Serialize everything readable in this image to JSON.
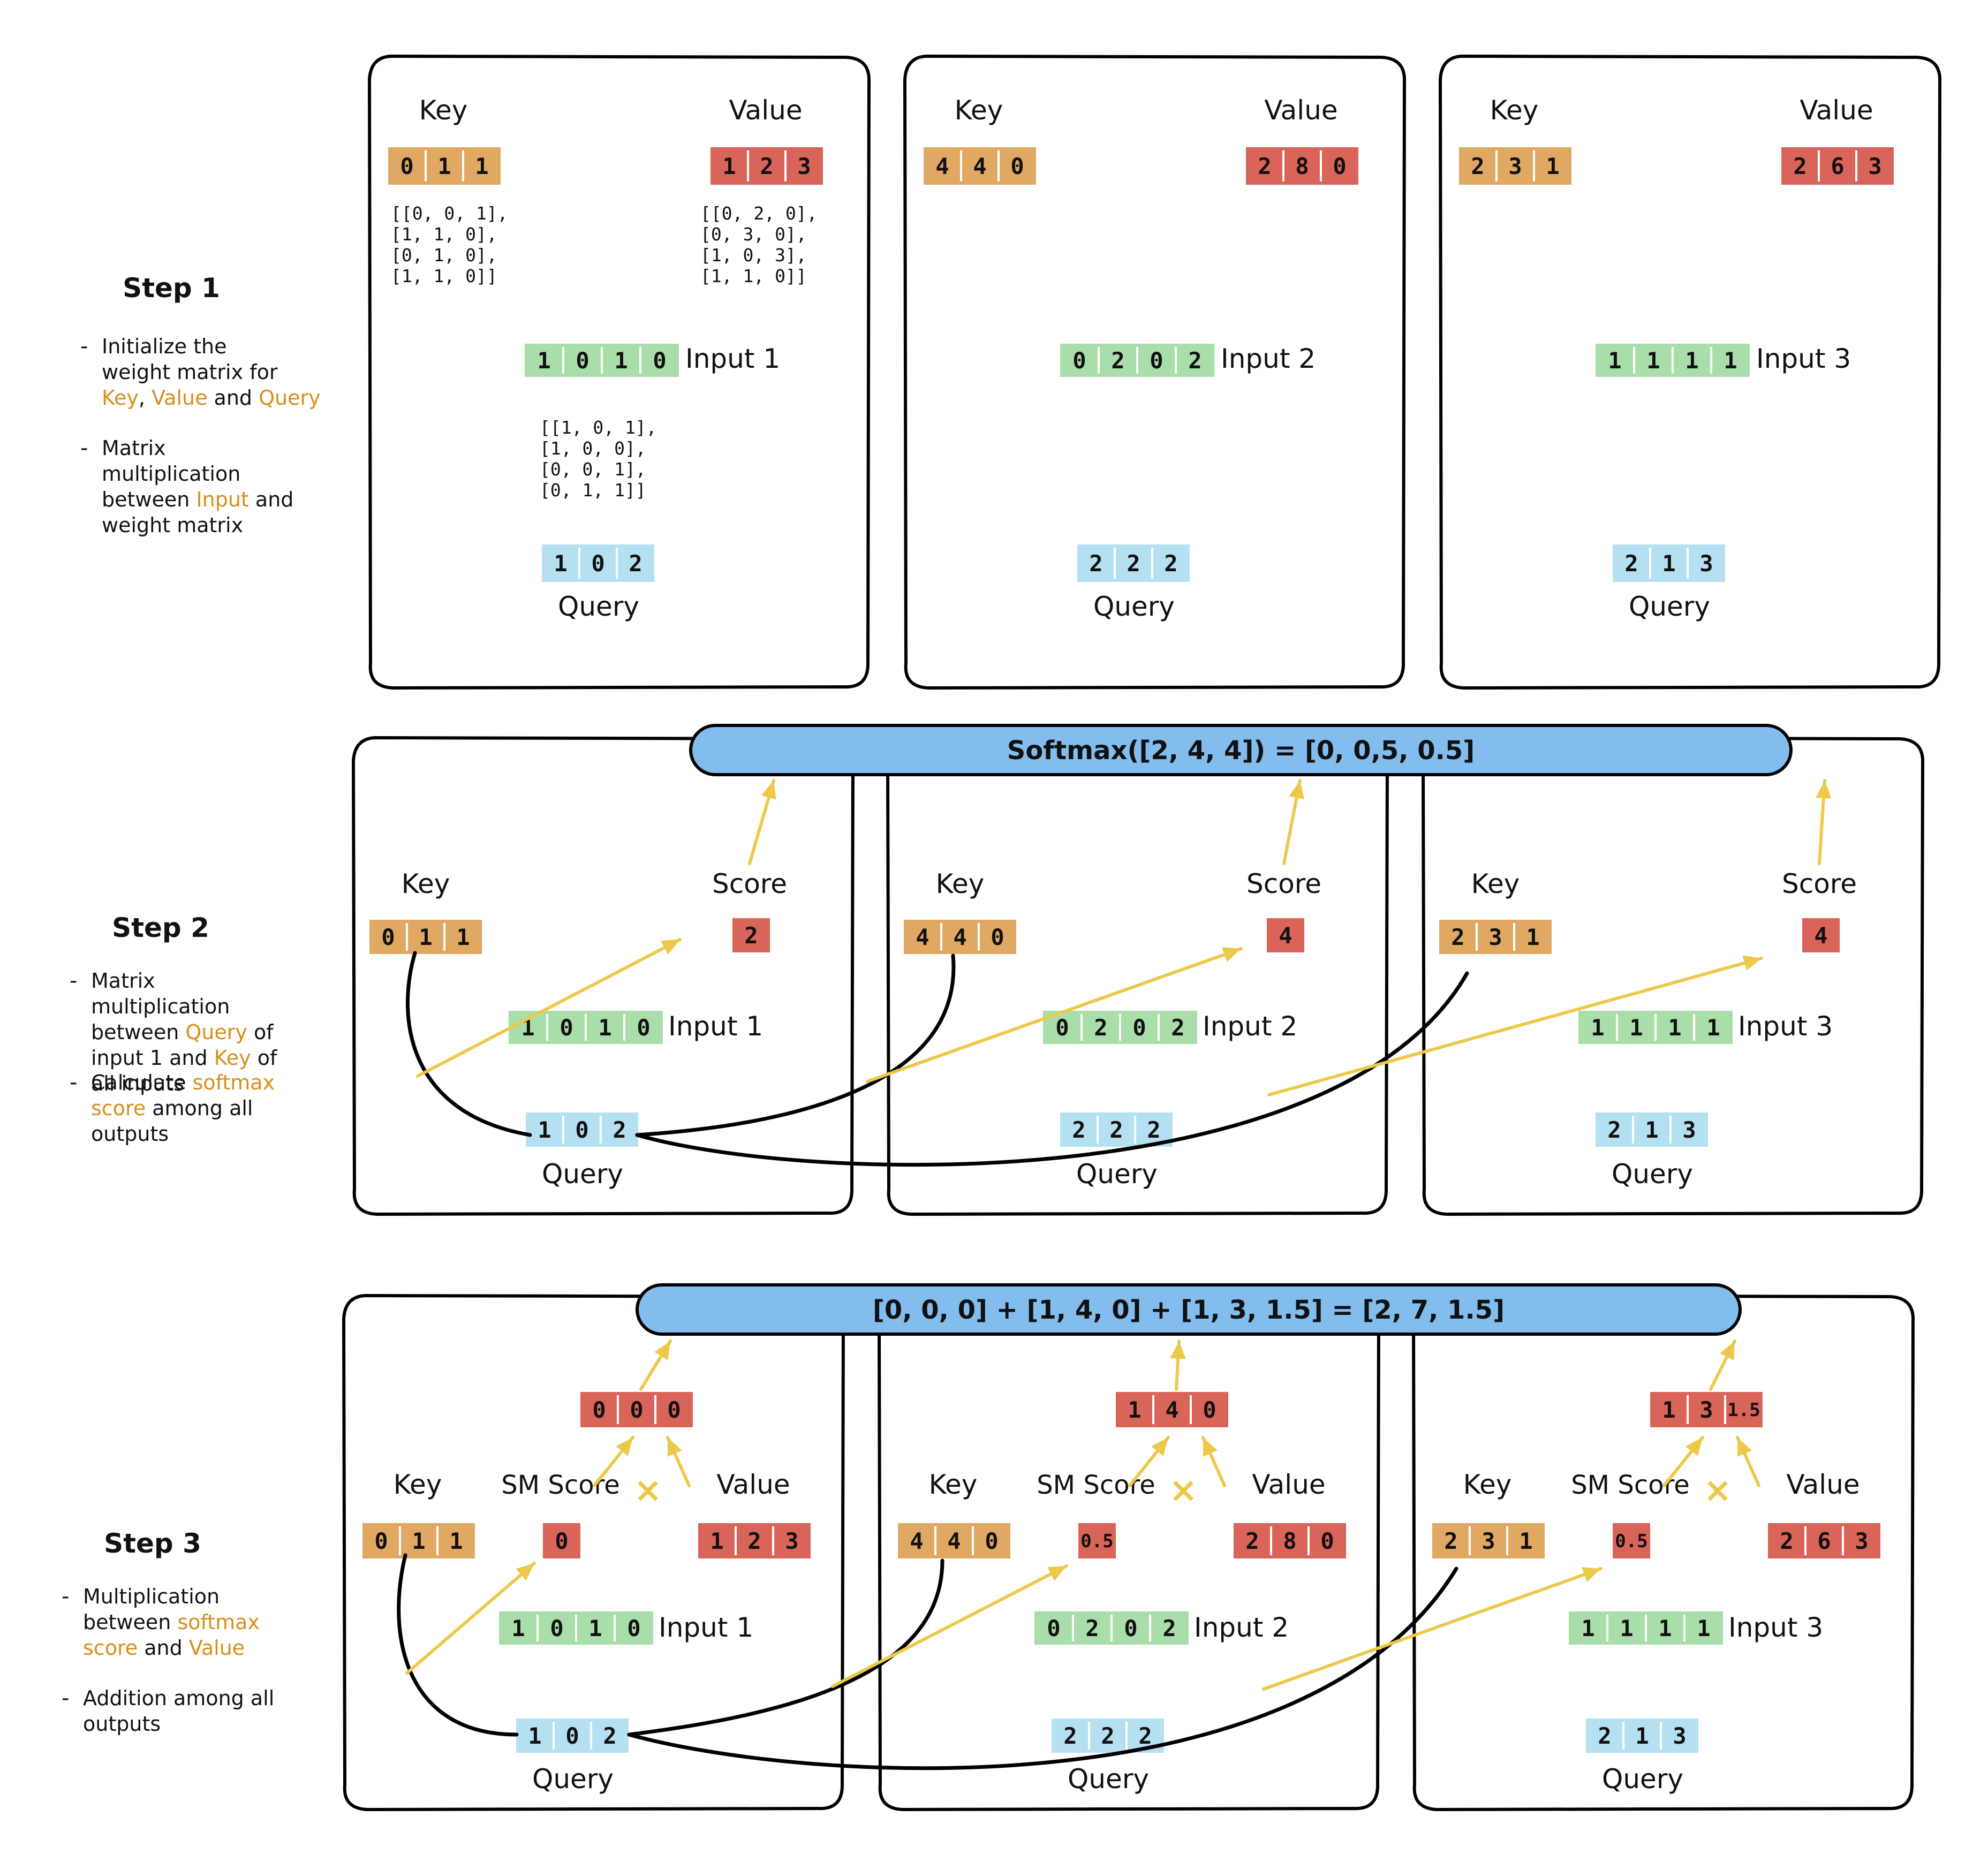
{
  "colors": {
    "key": "#E0A862",
    "value": "#D96459",
    "input": "#A9DDAA",
    "query": "#B5E0F2",
    "banner": "#82BDED",
    "arrow": "#EDC94A",
    "accent": "#D98E1A",
    "line": "#000000"
  },
  "steps": [
    {
      "title": "Step 1",
      "bullets": [
        [
          {
            "t": "Initialize the weight matrix for "
          },
          {
            "t": "Key",
            "h": true
          },
          {
            "t": ", "
          },
          {
            "t": "Value",
            "h": true
          },
          {
            "t": " and "
          },
          {
            "t": "Query",
            "h": true
          }
        ],
        [
          {
            "t": "Matrix multiplication between "
          },
          {
            "t": "Input",
            "h": true
          },
          {
            "t": " and weight matrix"
          }
        ]
      ]
    },
    {
      "title": "Step 2",
      "bullets": [
        [
          {
            "t": "Matrix multiplication between "
          },
          {
            "t": "Query",
            "h": true
          },
          {
            "t": " of input 1 and "
          },
          {
            "t": "Key",
            "h": true
          },
          {
            "t": " of all inputs"
          }
        ],
        [
          {
            "t": "Calculate "
          },
          {
            "t": "softmax score",
            "h": true
          },
          {
            "t": " among all outputs"
          }
        ]
      ]
    },
    {
      "title": "Step 3",
      "bullets": [
        [
          {
            "t": "Multiplication between "
          },
          {
            "t": "softmax score",
            "h": true
          },
          {
            "t": " and "
          },
          {
            "t": "Value",
            "h": true
          }
        ],
        [
          {
            "t": "Addition among all outputs"
          }
        ]
      ]
    }
  ],
  "labels": {
    "key": "Key",
    "value": "Value",
    "query": "Query",
    "score": "Score",
    "sm_score": "SM Score",
    "times": "×"
  },
  "inputs": [
    {
      "name": "Input 1",
      "vec": [
        "1",
        "0",
        "1",
        "0"
      ],
      "key": [
        "0",
        "1",
        "1"
      ],
      "value": [
        "1",
        "2",
        "3"
      ],
      "query": [
        "1",
        "0",
        "2"
      ],
      "score": "2",
      "sm": "0",
      "weighted": [
        "0",
        "0",
        "0"
      ]
    },
    {
      "name": "Input 2",
      "vec": [
        "0",
        "2",
        "0",
        "2"
      ],
      "key": [
        "4",
        "4",
        "0"
      ],
      "value": [
        "2",
        "8",
        "0"
      ],
      "query": [
        "2",
        "2",
        "2"
      ],
      "score": "4",
      "sm": "0.5",
      "weighted": [
        "1",
        "4",
        "0"
      ]
    },
    {
      "name": "Input 3",
      "vec": [
        "1",
        "1",
        "1",
        "1"
      ],
      "key": [
        "2",
        "3",
        "1"
      ],
      "value": [
        "2",
        "6",
        "3"
      ],
      "query": [
        "2",
        "1",
        "3"
      ],
      "score": "4",
      "sm": "0.5",
      "weighted": [
        "1",
        "3",
        "1.5"
      ]
    }
  ],
  "weights": {
    "key": [
      "[[0, 0, 1],",
      " [1, 1, 0],",
      " [0, 1, 0],",
      " [1, 1, 0]]"
    ],
    "value": [
      "[[0, 2, 0],",
      " [0, 3, 0],",
      " [1, 0, 3],",
      " [1, 1, 0]]"
    ],
    "query": [
      "[[1, 0, 1],",
      " [1, 0, 0],",
      " [0, 0, 1],",
      " [0, 1, 1]]"
    ]
  },
  "banners": {
    "softmax": "Softmax([2, 4, 4]) = [0, 0,5, 0.5]",
    "sum": "[0, 0, 0] + [1, 4, 0] + [1, 3, 1.5] = [2, 7, 1.5]"
  }
}
